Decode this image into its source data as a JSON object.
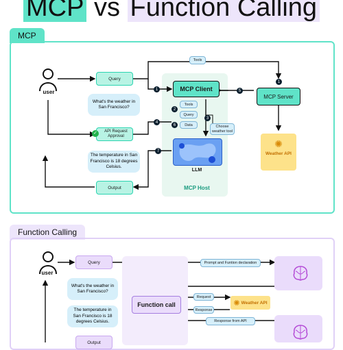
{
  "title": {
    "part1": "MCP",
    "vs": "vs",
    "part2": "Function Calling"
  },
  "mcp": {
    "tab": "MCP",
    "user": "user",
    "query": "Query",
    "question": "What's the weather in San Francisco?",
    "approval": "API Request Approval",
    "answer": "The temperature in San Francisco is 18 degrees Celsius.",
    "output": "Output",
    "client": "MCP Client",
    "tools_top": "Tools",
    "tools": "Tools",
    "query_small": "Query",
    "data": "Data",
    "choose": "Choose weather tool",
    "llm": "LLM",
    "host": "MCP Host",
    "server": "MCP Server",
    "api": "Weather API",
    "steps": [
      "1",
      "2",
      "3",
      "4",
      "5",
      "6",
      "7"
    ]
  },
  "fc": {
    "tab": "Function Calling",
    "user": "user",
    "query": "Query",
    "question": "What's the weather in San Francisco?",
    "answer": "The temperature in San Francisco is 18 degrees Celsius.",
    "output": "Output",
    "prompt": "Prompt and Funtion declaration",
    "function": "Function call",
    "request": "Request",
    "response": "Response",
    "api": "Weather API",
    "from_api": "Response from API"
  },
  "colors": {
    "mcp": "#2ad4b0",
    "mcp_fill": "#b8f3e4",
    "fc": "#c9a8f0",
    "fc_fill": "#eadcfb",
    "api": "#fde28a"
  }
}
